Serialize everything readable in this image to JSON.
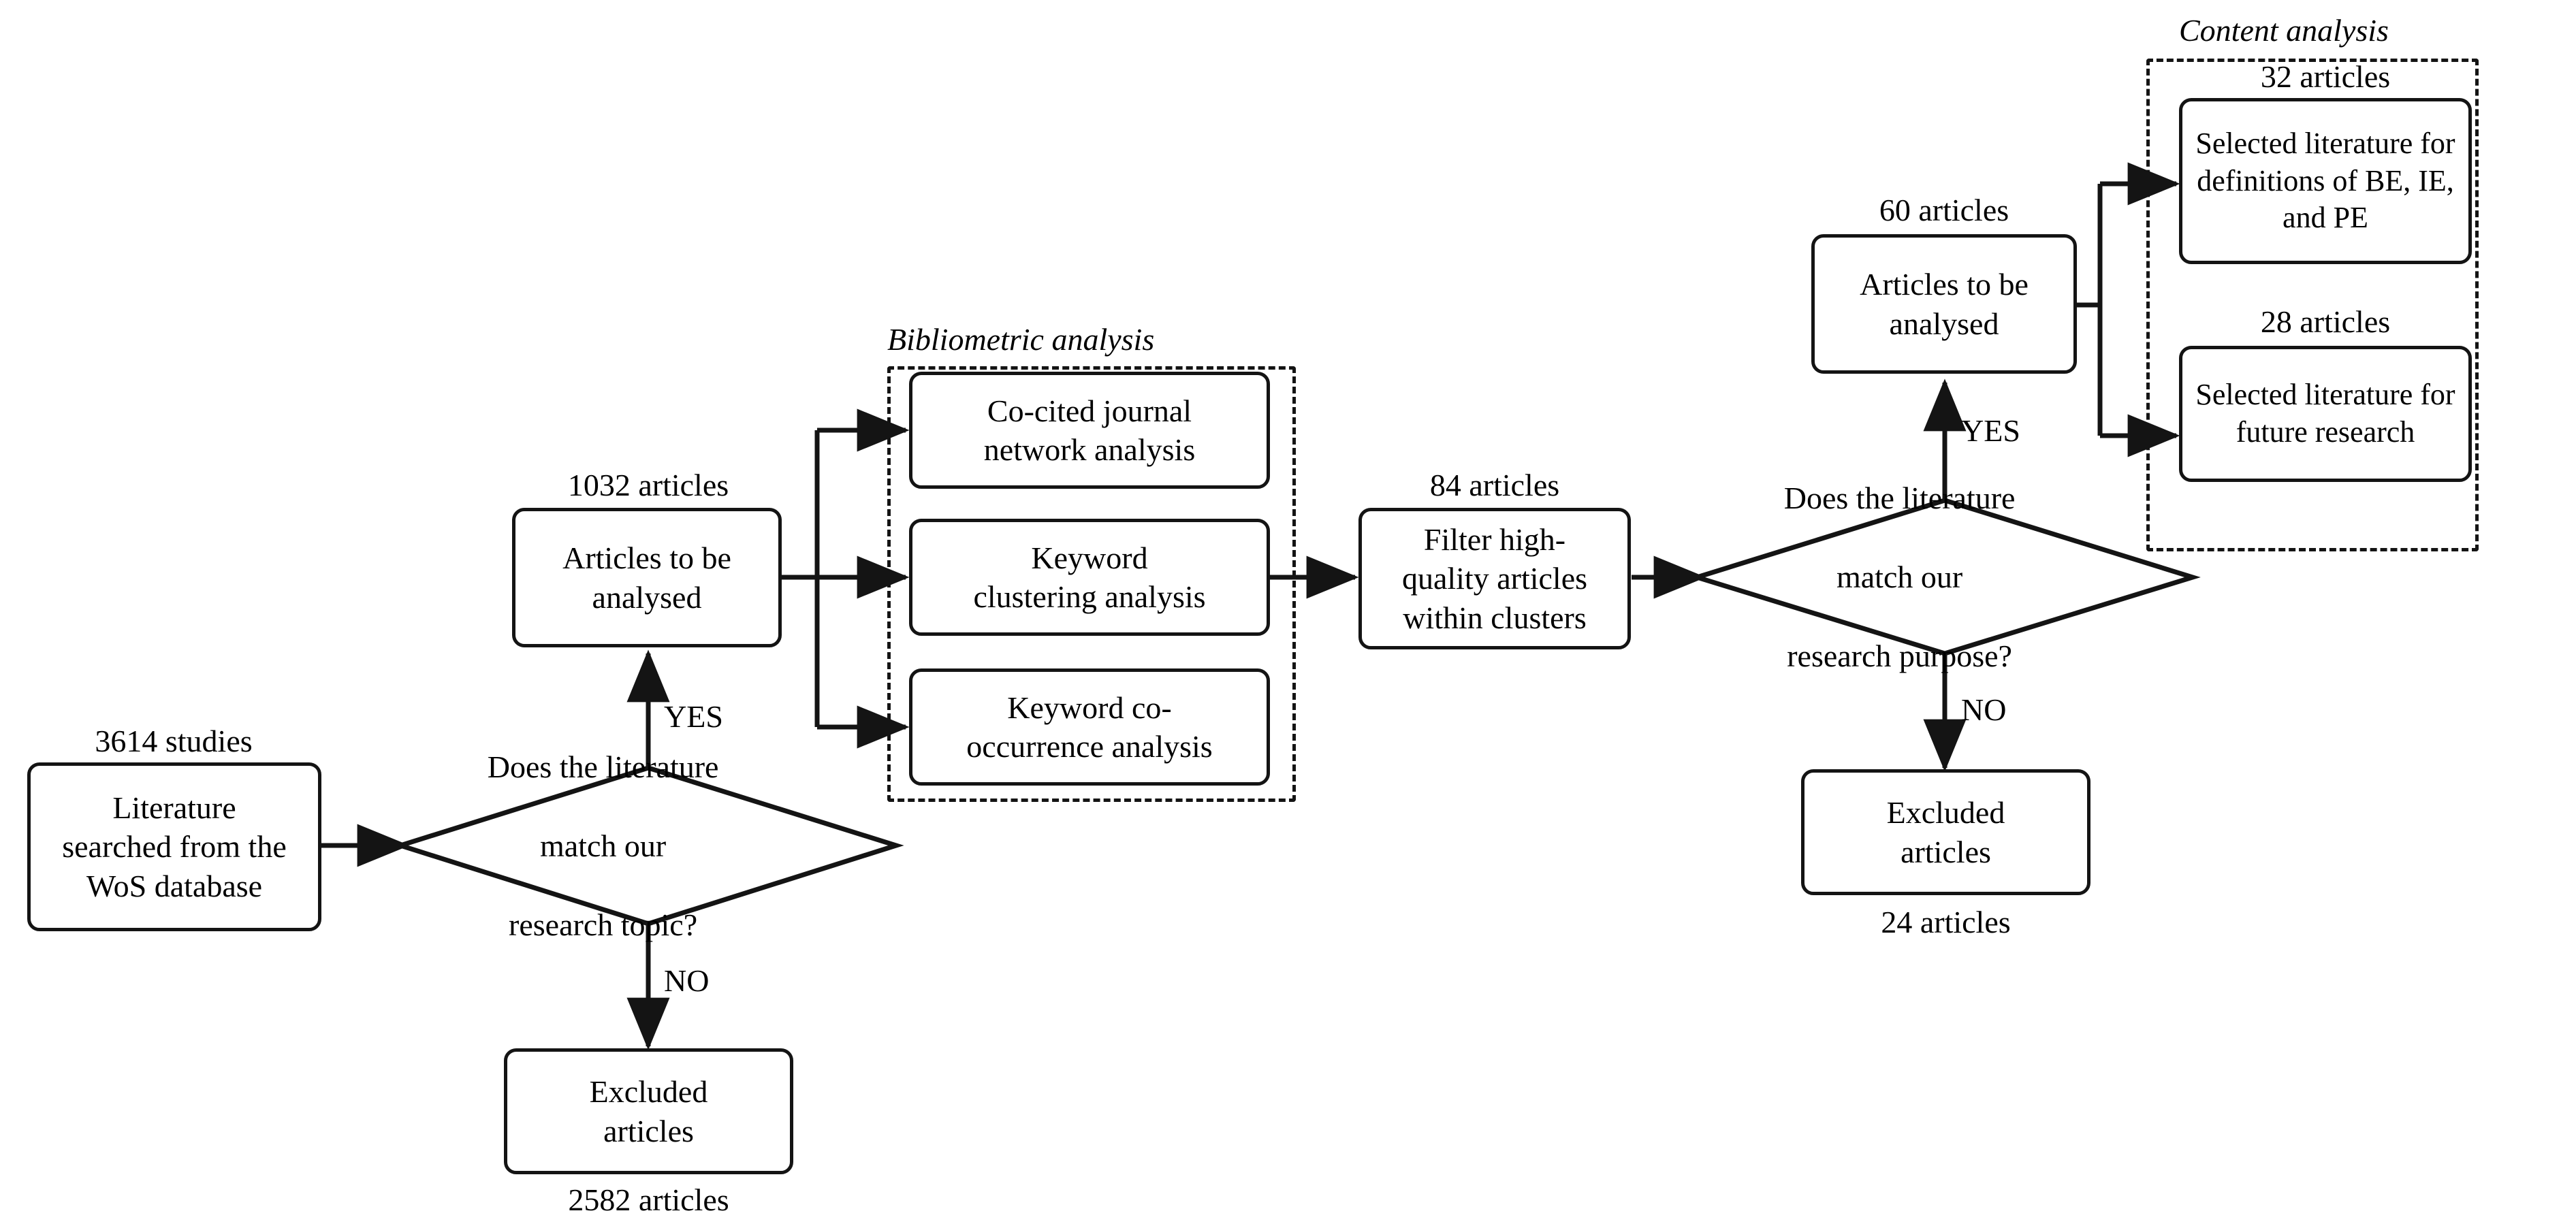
{
  "diagram": {
    "title_semantic": "literature-selection-flowchart",
    "ink_color": "#141414",
    "background_color": "#ffffff"
  },
  "groups": [
    {
      "id": "bibliometric",
      "title": "Bibliometric analysis"
    },
    {
      "id": "content",
      "title": "Content analysis"
    }
  ],
  "nodes": {
    "source": {
      "caption": "3614 studies",
      "line1": "Literature",
      "line2": "searched from the",
      "line3": "WoS database"
    },
    "decision1": {
      "line1": "Does the literature",
      "line2": "match our",
      "line3": "research topic?"
    },
    "excluded1": {
      "line1": "Excluded",
      "line2": "articles",
      "caption_below": "2582 articles"
    },
    "analysed1": {
      "caption": "1032 articles",
      "line1": "Articles to be",
      "line2": "analysed"
    },
    "cocited": {
      "line1": "Co-cited journal",
      "line2": "network analysis"
    },
    "clustering": {
      "line1": "Keyword",
      "line2": "clustering analysis"
    },
    "cooccurrence": {
      "line1": "Keyword co-",
      "line2": "occurrence analysis"
    },
    "filter": {
      "caption": "84 articles",
      "line1": "Filter high-",
      "line2": "quality articles",
      "line3": "within clusters"
    },
    "decision2": {
      "line1": "Does the literature",
      "line2": "match our",
      "line3": "research purpose?"
    },
    "excluded2": {
      "line1": "Excluded",
      "line2": "articles",
      "caption_below": "24 articles"
    },
    "analysed2": {
      "caption": "60 articles",
      "line1": "Articles to be",
      "line2": "analysed"
    },
    "definitions": {
      "caption": "32 articles",
      "line1": "Selected literature for",
      "line2": "definitions of BE, IE,",
      "line3": "and PE"
    },
    "future": {
      "caption": "28 articles",
      "line1": "Selected literature for",
      "line2": "future research"
    }
  },
  "edge_labels": {
    "yes1": "YES",
    "no1": "NO",
    "yes2": "YES",
    "no2": "NO"
  }
}
